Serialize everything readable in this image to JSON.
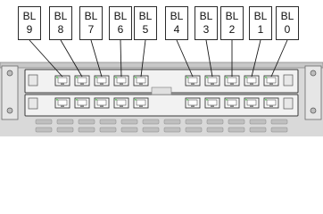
{
  "labels": [
    {
      "top": "BL",
      "bottom": "9"
    },
    {
      "top": "BL",
      "bottom": "8"
    },
    {
      "top": "BL",
      "bottom": "7"
    },
    {
      "top": "BL",
      "bottom": "6"
    },
    {
      "top": "BL",
      "bottom": "5"
    },
    {
      "top": "BL",
      "bottom": "4"
    },
    {
      "top": "BL",
      "bottom": "3"
    },
    {
      "top": "BL",
      "bottom": "2"
    },
    {
      "top": "BL",
      "bottom": "1"
    },
    {
      "top": "BL",
      "bottom": "0"
    }
  ],
  "colors": {
    "chassis": "#d9d9d9",
    "module": "#f2f2f2",
    "port": "#fafafa",
    "led": "#6fcf6f",
    "outline": "#3a3a3a"
  },
  "icons": {
    "port": "rj45-port-icon",
    "vent": "vent-hole-icon",
    "screw": "thumbscrew-icon"
  }
}
